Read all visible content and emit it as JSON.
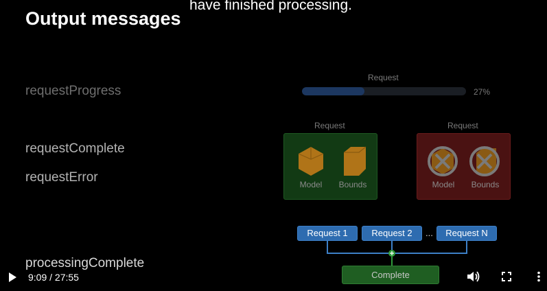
{
  "video": {
    "caption": "have finished processing.",
    "slide_title": "Output messages",
    "messages": {
      "progress": "requestProgress",
      "complete": "requestComplete",
      "error": "requestError",
      "processing_complete": "processingComplete"
    },
    "progress_section": {
      "label": "Request",
      "percent_text": "27%",
      "fraction": 0.38
    },
    "success_panel": {
      "label": "Request",
      "items": [
        "Model",
        "Bounds"
      ]
    },
    "error_panel": {
      "label": "Request",
      "items": [
        "Model",
        "Bounds"
      ]
    },
    "requests": [
      "Request 1",
      "Request 2",
      "Request N"
    ],
    "ellipsis": "...",
    "complete_label": "Complete"
  },
  "player": {
    "time": "9:09 / 27:55",
    "icons": [
      "play-icon",
      "volume-icon",
      "fullscreen-icon",
      "more-options-icon"
    ]
  },
  "colors": {
    "progress_fill": "#1c3760",
    "success_bg": "#123a14",
    "error_bg": "#4a1212",
    "request_blue": "#2e6cb0",
    "complete_green": "#1f5e22",
    "icon_orange": "#b07418"
  }
}
